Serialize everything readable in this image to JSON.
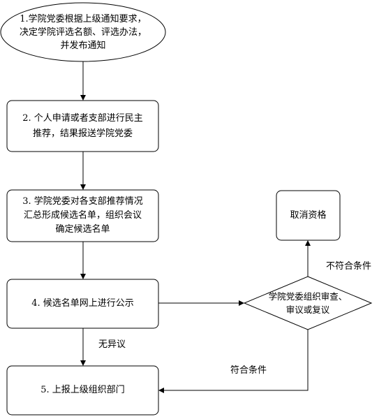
{
  "flowchart": {
    "steps": [
      {
        "id": "step1",
        "text": "1.学院党委根据上级通知要求，\n决定学院评选名额、评选办法，\n并发布通知"
      },
      {
        "id": "step2",
        "text": "2. 个人申请或者支部进行民主\n推荐，结果报送学院党委"
      },
      {
        "id": "step3",
        "text": "3.  学院党委对各支部推荐情况\n汇总形成候选名单，组织会议\n确定候选名单"
      },
      {
        "id": "step4",
        "text": "4. 候选名单网上进行公示"
      },
      {
        "id": "step5",
        "text": "5. 上报上级组织部门"
      },
      {
        "id": "review",
        "text": "学院党委组织审查、\n审议或复议"
      },
      {
        "id": "cancel",
        "text": "取消资格"
      }
    ],
    "edge_labels": {
      "no_objection": "无异议",
      "not_qualified": "不符合条件",
      "qualified": "符合条件"
    }
  }
}
